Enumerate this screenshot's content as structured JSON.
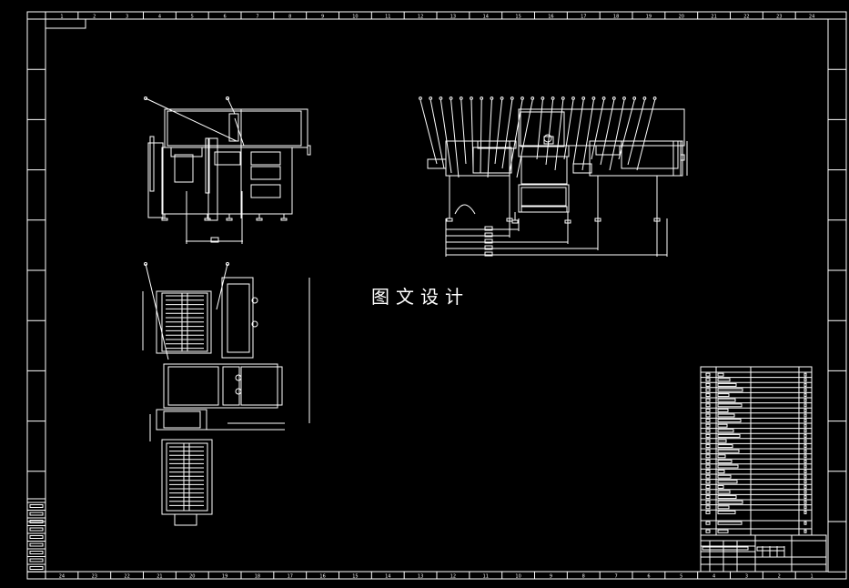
{
  "drawing": {
    "watermark": "图文设计",
    "line_color": "#ffffff",
    "background_color": "#000000",
    "top_ruler_zones": [
      "1",
      "2",
      "3",
      "4",
      "5",
      "6",
      "7",
      "8",
      "9",
      "10",
      "11",
      "12",
      "13",
      "14",
      "15",
      "16",
      "17",
      "18",
      "19",
      "20",
      "21",
      "22",
      "23",
      "24"
    ],
    "views": [
      "side-view",
      "front-view",
      "plan-view"
    ],
    "parts_list_rows": 30,
    "front_view_balloons": 24
  }
}
